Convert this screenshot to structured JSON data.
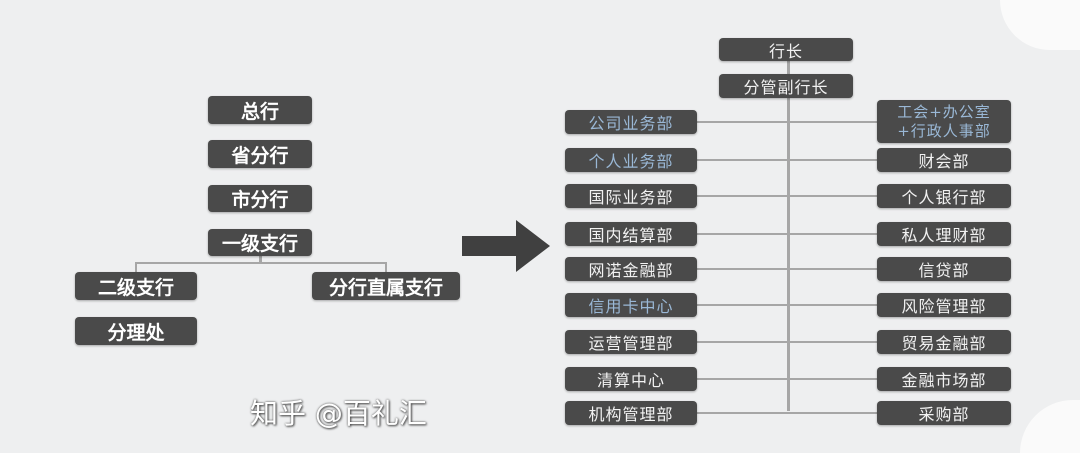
{
  "left_chart": {
    "levels": [
      "总行",
      "省分行",
      "市分行",
      "一级支行"
    ],
    "branches": [
      "二级支行",
      "分行直属支行"
    ],
    "sub": "分理处"
  },
  "right_chart": {
    "top": "行长",
    "vice": "分管副行长",
    "left_depts": [
      "公司业务部",
      "个人业务部",
      "国际业务部",
      "国内结算部",
      "网诺金融部",
      "信用卡中心",
      "运营管理部",
      "清算中心",
      "机构管理部"
    ],
    "right_depts": [
      "工会+办公室+行政人事部",
      "财会部",
      "个人银行部",
      "私人理财部",
      "信贷部",
      "风险管理部",
      "贸易金融部",
      "金融市场部",
      "采购部"
    ]
  },
  "watermark": "知乎 @百礼汇",
  "colors": {
    "box": "#4a4a4a",
    "line": "#a6a6a6",
    "highlight": "#9ab8d6"
  }
}
